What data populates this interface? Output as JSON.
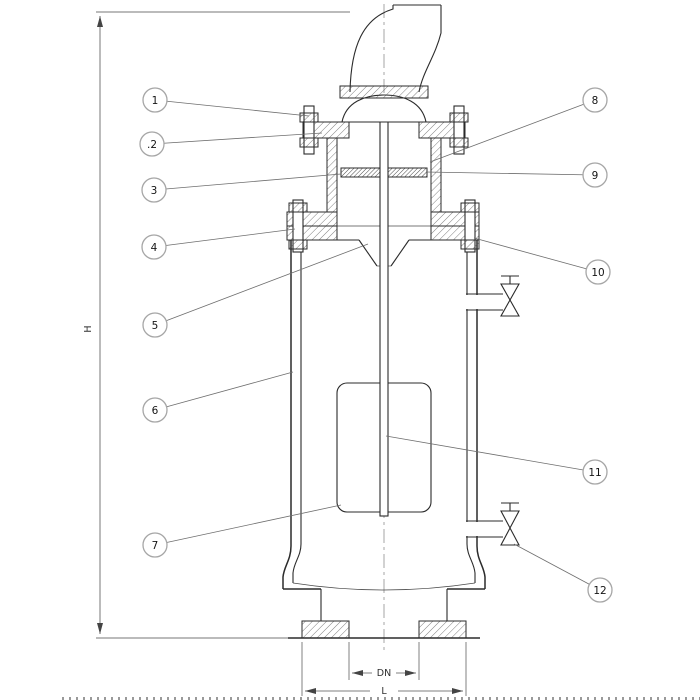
{
  "drawing": {
    "callouts": [
      {
        "label": "1"
      },
      {
        "label": ".2"
      },
      {
        "label": "3"
      },
      {
        "label": "4"
      },
      {
        "label": "5"
      },
      {
        "label": "6"
      },
      {
        "label": "7"
      },
      {
        "label": "8"
      },
      {
        "label": "9"
      },
      {
        "label": "10"
      },
      {
        "label": "11"
      },
      {
        "label": "12"
      }
    ],
    "dimensions": {
      "height_label": "H",
      "bore_label": "DN",
      "base_width_label": "L"
    },
    "colors": {
      "line": "#2b2b2b",
      "leader": "#6e6e6e",
      "callout_ring": "#a6a6a6",
      "background": "#ffffff"
    }
  }
}
